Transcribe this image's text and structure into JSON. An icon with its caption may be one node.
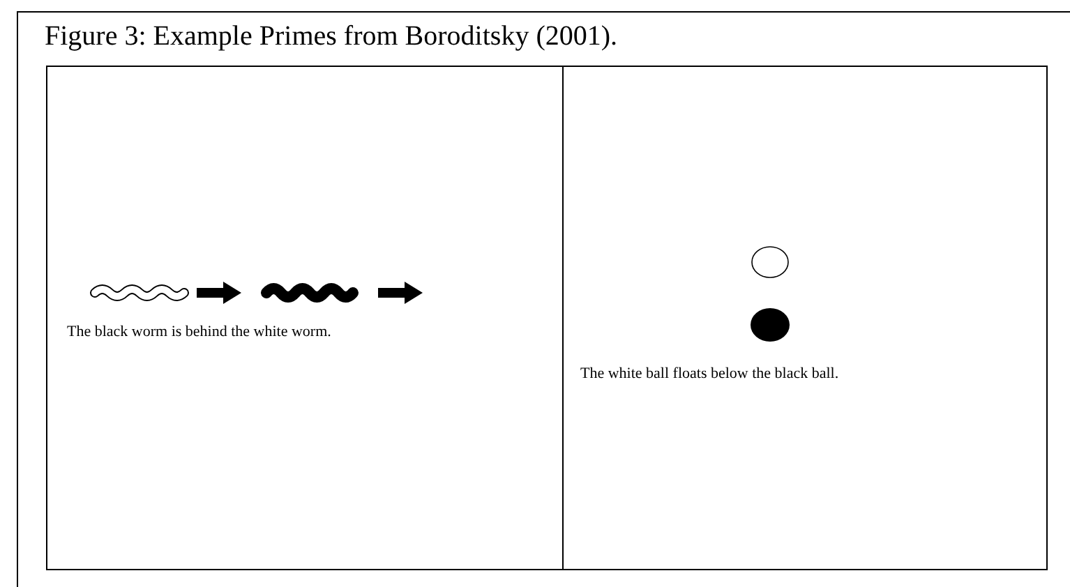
{
  "diagram": {
    "title": "Figure 3: Example Primes from Boroditsky (2001).",
    "nodes": [
      {
        "text": [
          "The black worm is behind the white worm."
        ]
      },
      {
        "text": [
          "The white ball floats below the black ball."
        ]
      }
    ]
  }
}
